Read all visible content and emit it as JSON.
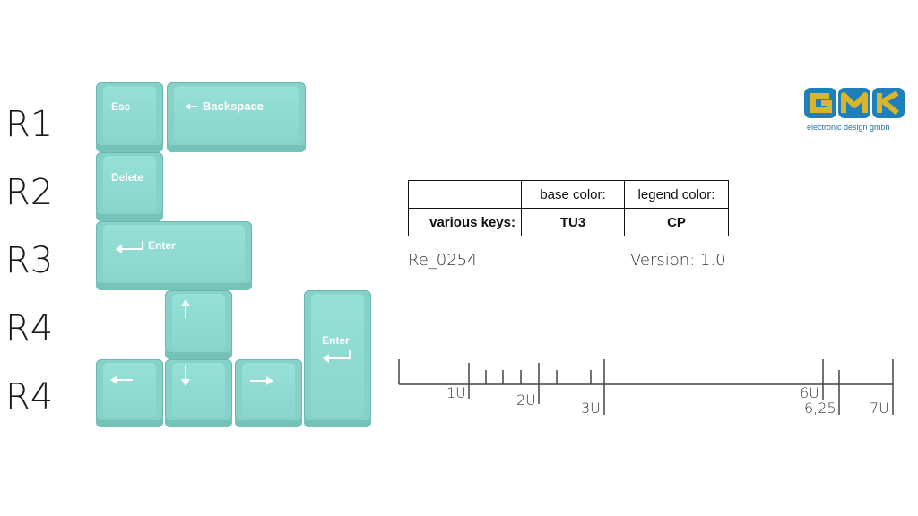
{
  "rows": [
    "R1",
    "R2",
    "R3",
    "R4",
    "R4"
  ],
  "keys": {
    "esc": "Esc",
    "backspace": "Backspace",
    "delete": "Delete",
    "enter_wide": "Enter",
    "enter_tall": "Enter"
  },
  "spec_table": {
    "header_base": "base color:",
    "header_legend": "legend color:",
    "row_label": "various keys:",
    "base_value": "TU3",
    "legend_value": "CP"
  },
  "code": "Re_0254",
  "version": "Version: 1.0",
  "brand": {
    "logo_text": "GMK",
    "subtitle": "electronic design gmbh"
  },
  "ruler": {
    "labels": [
      "1U",
      "2U",
      "3U",
      "6U",
      "6,25",
      "7U"
    ]
  },
  "colors": {
    "keycap": "#84d2c8",
    "legend": "#ffffff",
    "logo_yellow": "#d8b52a",
    "logo_blue": "#1f7fb8"
  }
}
